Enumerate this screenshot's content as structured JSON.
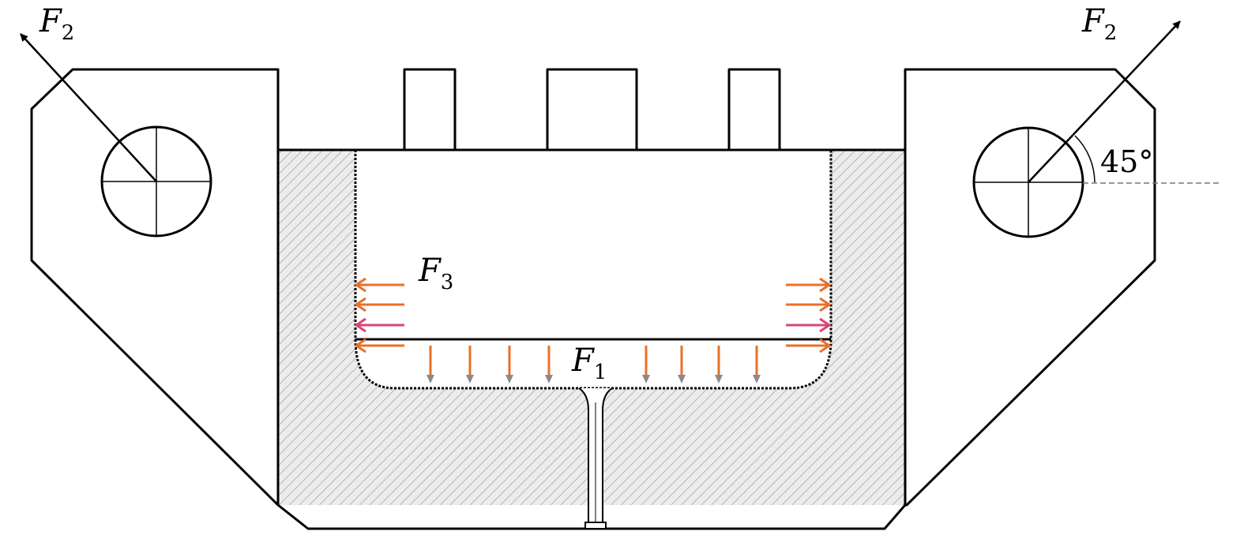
{
  "labels": {
    "f2_left": {
      "main": "F",
      "sub": "2"
    },
    "f2_right": {
      "main": "F",
      "sub": "2"
    },
    "f3": {
      "main": "F",
      "sub": "3"
    },
    "f1": {
      "main": "F",
      "sub": "1"
    },
    "angle": "45°"
  },
  "colors": {
    "arrow_orange": "#e8702a",
    "arrow_pink": "#d9457a",
    "arrow_tip_gray": "#8a8a8a",
    "hatch": "#b5b5b5",
    "hatch_bg": "#e9e9e9",
    "outline": "#000000"
  }
}
